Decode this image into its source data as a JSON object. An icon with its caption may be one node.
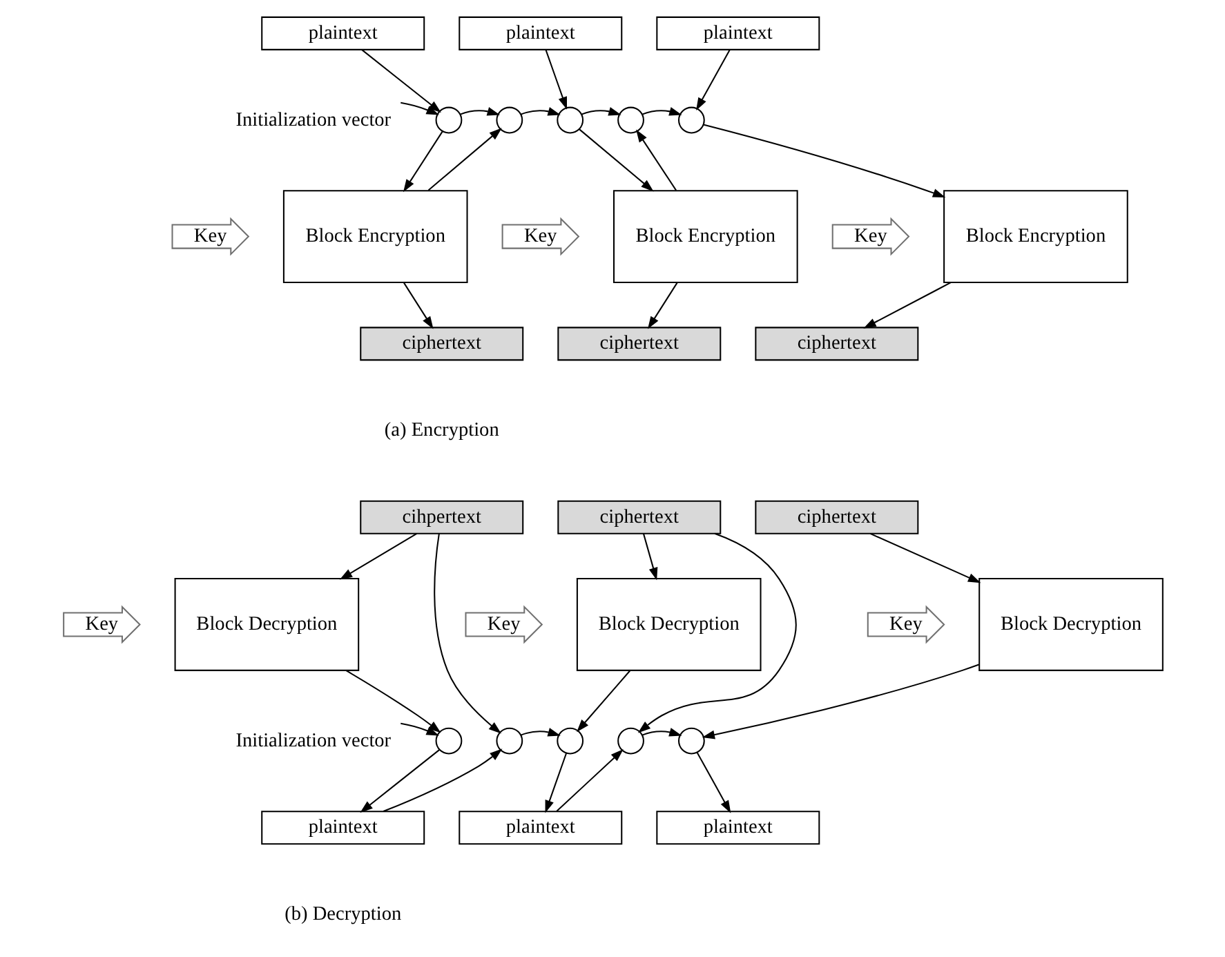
{
  "diagram": {
    "nodes": [
      {
        "text": [
          "plaintext"
        ]
      },
      {
        "text": [
          "plaintext"
        ]
      },
      {
        "text": [
          "plaintext"
        ]
      },
      {
        "text": [
          "Initialization vector"
        ]
      },
      {
        "text": [],
        "shape": "circle"
      },
      {
        "text": [],
        "shape": "circle"
      },
      {
        "text": [],
        "shape": "circle"
      },
      {
        "text": [],
        "shape": "circle"
      },
      {
        "text": [],
        "shape": "circle"
      },
      {
        "text": [
          "Key"
        ]
      },
      {
        "text": [
          "Block Encryption"
        ]
      },
      {
        "text": [
          "Key"
        ]
      },
      {
        "text": [
          "Block Encryption"
        ]
      },
      {
        "text": [
          "Key"
        ]
      },
      {
        "text": [
          "Block Encryption"
        ]
      },
      {
        "text": [
          "ciphertext"
        ]
      },
      {
        "text": [
          "ciphertext"
        ]
      },
      {
        "text": [
          "ciphertext"
        ]
      },
      {
        "text": [
          "cihpertext"
        ]
      },
      {
        "text": [
          "ciphertext"
        ]
      },
      {
        "text": [
          "ciphertext"
        ]
      },
      {
        "text": [
          "Key"
        ]
      },
      {
        "text": [
          "Block Decryption"
        ]
      },
      {
        "text": [
          "Key"
        ]
      },
      {
        "text": [
          "Block Decryption"
        ]
      },
      {
        "text": [
          "Key"
        ]
      },
      {
        "text": [
          "Block Decryption"
        ]
      },
      {
        "text": [
          "Initialization vector"
        ]
      },
      {
        "text": [],
        "shape": "circle"
      },
      {
        "text": [],
        "shape": "circle"
      },
      {
        "text": [],
        "shape": "circle"
      },
      {
        "text": [],
        "shape": "circle"
      },
      {
        "text": [],
        "shape": "circle"
      },
      {
        "text": [
          "plaintext"
        ]
      },
      {
        "text": [
          "plaintext"
        ]
      },
      {
        "text": [
          "plaintext"
        ]
      }
    ],
    "edges": [
      {
        "from": 0,
        "to": 4,
        "arrow": "to"
      },
      {
        "from": 3,
        "to": 4,
        "arrow": "to"
      },
      {
        "from": 4,
        "to": 10,
        "arrow": "to"
      },
      {
        "from": 4,
        "to": 5,
        "arrow": "to"
      },
      {
        "from": 5,
        "to": 6,
        "arrow": "to"
      },
      {
        "from": 1,
        "to": 6,
        "arrow": "to"
      },
      {
        "from": 6,
        "to": 12,
        "arrow": "to"
      },
      {
        "from": 10,
        "to": 15,
        "arrow": "to"
      },
      {
        "from": 10,
        "to": 5,
        "arrow": "to"
      },
      {
        "from": 6,
        "to": 7,
        "arrow": "to"
      },
      {
        "from": 7,
        "to": 8,
        "arrow": "to"
      },
      {
        "from": 12,
        "to": 16,
        "arrow": "to"
      },
      {
        "from": 12,
        "to": 7,
        "arrow": "to"
      },
      {
        "from": 2,
        "to": 8,
        "arrow": "to"
      },
      {
        "from": 8,
        "to": 14,
        "arrow": "to"
      },
      {
        "from": 14,
        "to": 17,
        "arrow": "to"
      },
      {
        "from": 18,
        "to": 22,
        "arrow": "to"
      },
      {
        "from": 18,
        "to": 29,
        "arrow": "to"
      },
      {
        "from": 22,
        "to": 28,
        "arrow": "to"
      },
      {
        "from": 27,
        "to": 28,
        "arrow": "to"
      },
      {
        "from": 28,
        "to": 33,
        "arrow": "to"
      },
      {
        "from": 33,
        "to": 29,
        "arrow": "to"
      },
      {
        "from": 29,
        "to": 30,
        "arrow": "to"
      },
      {
        "from": 19,
        "to": 24,
        "arrow": "to"
      },
      {
        "from": 19,
        "to": 31,
        "arrow": "to"
      },
      {
        "from": 24,
        "to": 30,
        "arrow": "to"
      },
      {
        "from": 30,
        "to": 34,
        "arrow": "to"
      },
      {
        "from": 34,
        "to": 31,
        "arrow": "to"
      },
      {
        "from": 31,
        "to": 32,
        "arrow": "to"
      },
      {
        "from": 20,
        "to": 26,
        "arrow": "to"
      },
      {
        "from": 26,
        "to": 32,
        "arrow": "to"
      },
      {
        "from": 32,
        "to": 35,
        "arrow": "to"
      }
    ],
    "labels": [
      "(a) Encryption",
      "(b) Decryption"
    ]
  }
}
